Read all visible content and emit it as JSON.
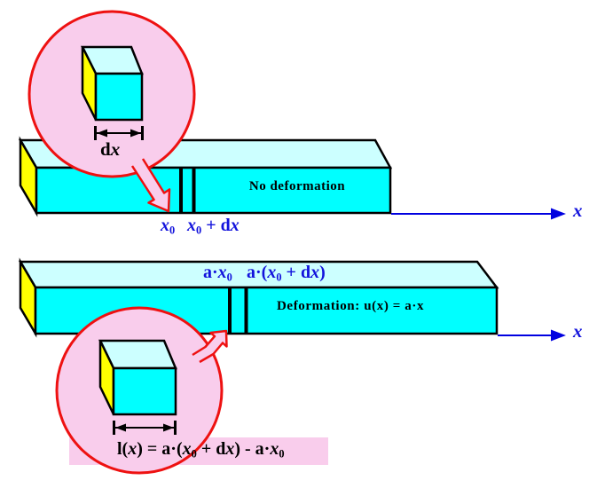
{
  "colors": {
    "bar_front": "#00FFFF",
    "bar_top": "#CCFFFF",
    "bar_side": "#FFFF00",
    "outline": "#000000",
    "magnifier_fill": "#F9CDEC",
    "magnifier_border": "#EE1111",
    "label_blue": "#1212DC",
    "axis_blue": "#0000E0",
    "text_black": "#000000"
  },
  "top_figure": {
    "bar_label": "No deformation",
    "axis_label": "x",
    "marks": {
      "x0": [
        {
          "t": "x",
          "s": "bi"
        },
        {
          "t": "0",
          "s": "sub"
        }
      ],
      "x0_plus_dx": [
        {
          "t": "x",
          "s": "bi"
        },
        {
          "t": "0",
          "s": "sub"
        },
        {
          "t": " + d",
          "s": "b"
        },
        {
          "t": "x",
          "s": "bi"
        }
      ]
    },
    "magnifier": {
      "dx": [
        {
          "t": "d",
          "s": "b"
        },
        {
          "t": "x",
          "s": "bi"
        }
      ]
    }
  },
  "bottom_figure": {
    "bar_label": "Deformation: u(x) = a·x",
    "axis_label": "x",
    "marks": {
      "a_x0": [
        {
          "t": "a·",
          "s": "b"
        },
        {
          "t": "x",
          "s": "bi"
        },
        {
          "t": "0",
          "s": "sub"
        }
      ],
      "a_x0_plus_dx": [
        {
          "t": "a·(",
          "s": "b"
        },
        {
          "t": "x",
          "s": "bi"
        },
        {
          "t": "0",
          "s": "sub"
        },
        {
          "t": " + d",
          "s": "b"
        },
        {
          "t": "x",
          "s": "bi"
        },
        {
          "t": ")",
          "s": "b"
        }
      ]
    },
    "formula": [
      {
        "t": "l(",
        "s": "b"
      },
      {
        "t": "x",
        "s": "bi"
      },
      {
        "t": ") = a·(",
        "s": "b"
      },
      {
        "t": "x",
        "s": "bi"
      },
      {
        "t": "0",
        "s": "sub"
      },
      {
        "t": " + d",
        "s": "b"
      },
      {
        "t": "x",
        "s": "bi"
      },
      {
        "t": ") - a·",
        "s": "b"
      },
      {
        "t": "x",
        "s": "bi"
      },
      {
        "t": "0",
        "s": "sub"
      }
    ]
  }
}
